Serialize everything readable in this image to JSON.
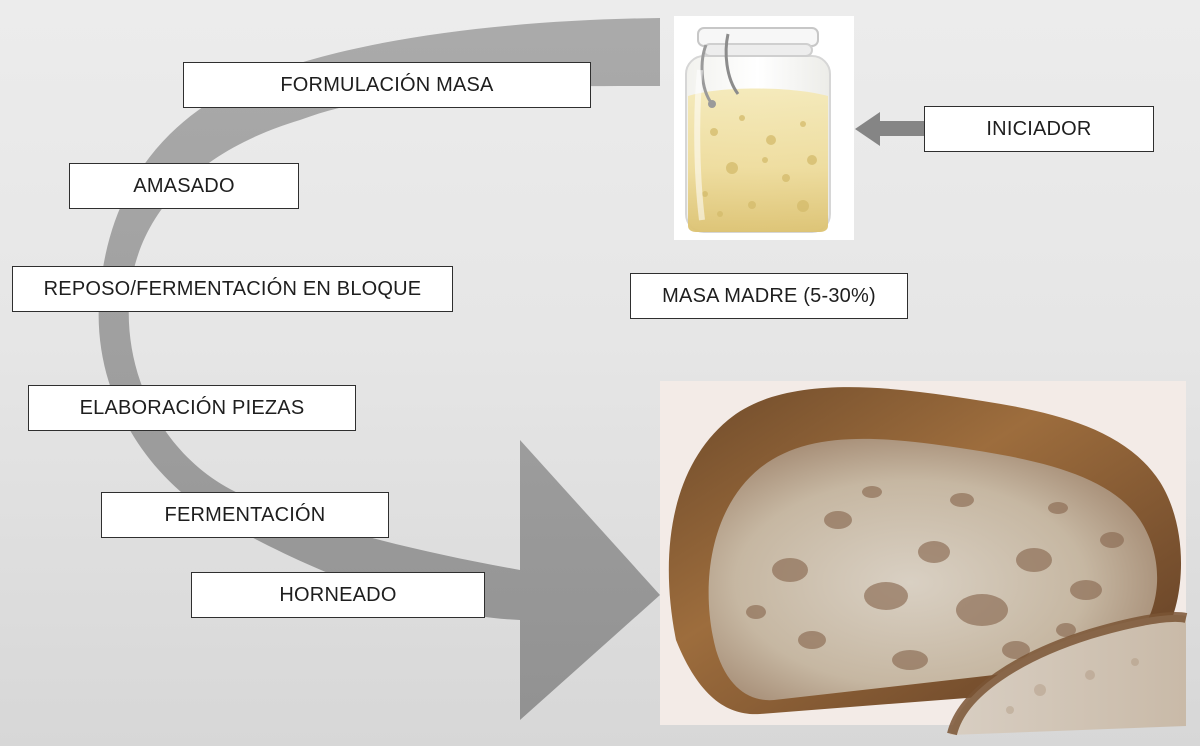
{
  "diagram": {
    "steps": [
      {
        "id": "formulacion",
        "label": "FORMULACIÓN MASA"
      },
      {
        "id": "amasado",
        "label": "AMASADO"
      },
      {
        "id": "reposo",
        "label": "REPOSO/FERMENTACIÓN EN BLOQUE"
      },
      {
        "id": "elaboracion",
        "label": "ELABORACIÓN PIEZAS"
      },
      {
        "id": "fermentacion",
        "label": "FERMENTACIÓN"
      },
      {
        "id": "horneado",
        "label": "HORNEADO"
      }
    ],
    "starter": {
      "iniciador_label": "INICIADOR",
      "masa_madre_label": "MASA MADRE (5-30%)"
    },
    "images": {
      "jar": "sourdough-jar",
      "bread": "bread-loaf"
    },
    "colors": {
      "arrow": "#9a9a9a",
      "small_arrow": "#858585",
      "box_border": "#2f2f2f",
      "box_fill": "#ffffff"
    }
  }
}
